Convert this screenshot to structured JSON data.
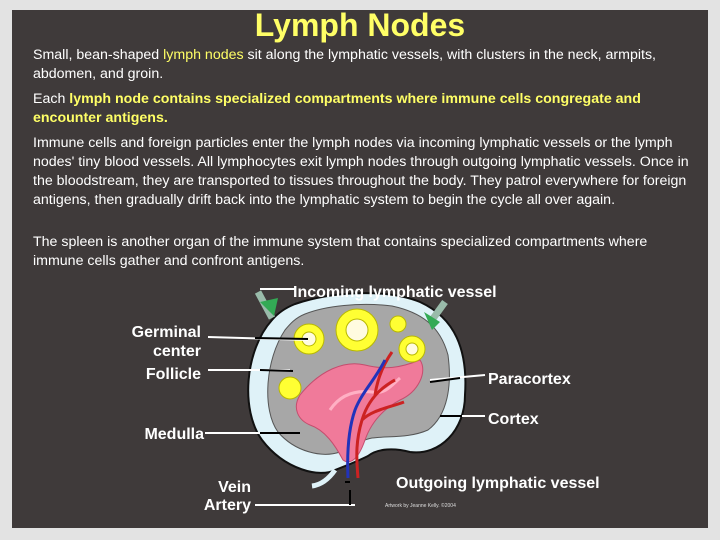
{
  "title": "Lymph Nodes",
  "paragraphs": {
    "p1": {
      "before": "Small, bean-shaped ",
      "highlight": "lymph nodes",
      "after": " sit along the lymphatic vessels, with clusters in the neck, armpits, abdomen, and groin."
    },
    "p2": {
      "before": "Each ",
      "highlight": "lymph node contains specialized compartments where immune cells congregate and encounter antigens."
    },
    "p3": "Immune cells and foreign particles enter the lymph nodes via incoming lymphatic vessels or the lymph nodes' tiny blood vessels. All lymphocytes exit lymph nodes through outgoing lymphatic vessels. Once in the bloodstream, they are transported to tissues throughout the body. They patrol everywhere for foreign antigens, then gradually drift back into the lymphatic system to begin the cycle all over again.",
    "p4": "The spleen is another organ of the immune system that contains specialized compartments where immune cells gather and confront antigens."
  },
  "diagram": {
    "labels": {
      "incoming": "Incoming lymphatic vessel",
      "germinal_center": "Germinal",
      "germinal_center_2": "center",
      "follicle": "Follicle",
      "paracortex": "Paracortex",
      "cortex": "Cortex",
      "medulla": "Medulla",
      "vein": "Vein",
      "artery": "Artery",
      "outgoing": "Outgoing lymphatic vessel"
    },
    "credit": "Artwork by Jeanne Kelly. ©2004",
    "colors": {
      "background": "#3f3a3a",
      "highlight": "#ffff66",
      "capsule": "#dff2f8",
      "interior": "#a7a7a7",
      "follicle": "#ffff33",
      "medulla": "#f07a9a",
      "artery": "#cc2222",
      "vein": "#2233bb"
    }
  }
}
